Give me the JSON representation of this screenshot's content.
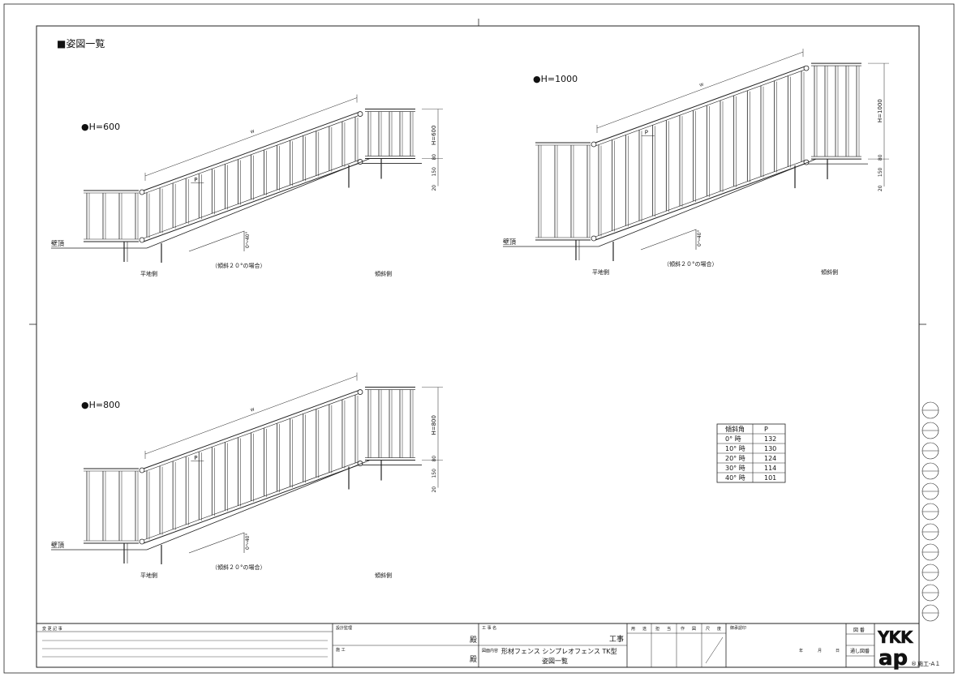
{
  "sheet": {
    "section_title": "■姿図一覧",
    "labels": {
      "wall_top": "壁頂",
      "flat_side": "平地側",
      "slope_side": "傾斜側",
      "slope_case": "（傾斜２０°の場合）",
      "pitch_mark": "P",
      "angle_range": "0～40°",
      "dim_80": "80",
      "dim_150": "150",
      "dim_20": "20",
      "span_mark": "W"
    },
    "views": [
      {
        "id": "h600",
        "title": "●H=600",
        "height_dim": "H=600"
      },
      {
        "id": "h1000",
        "title": "●H=1000",
        "height_dim": "H=1000"
      },
      {
        "id": "h800",
        "title": "●H=800",
        "height_dim": "H=800"
      }
    ],
    "pitch_table": {
      "headers": [
        "傾斜角",
        "P"
      ],
      "rows": [
        [
          "0° 時",
          "132"
        ],
        [
          "10° 時",
          "130"
        ],
        [
          "20° 時",
          "124"
        ],
        [
          "30° 時",
          "114"
        ],
        [
          "40° 時",
          "101"
        ]
      ]
    }
  },
  "title_block": {
    "revision_label": "変 更 記 事",
    "design_supervisor_label": "設計監理",
    "contractor_label": "施 工",
    "honorific": "殿",
    "project_name_label": "工 事 名",
    "project_suffix": "工事",
    "drawing_content_label": "図面内容",
    "product_name": "形材フェンス シンプレオフェンス TK型",
    "drawing_name": "姿図一覧",
    "approval_columns": [
      "用",
      "途",
      "担",
      "当",
      "作",
      "図",
      "尺",
      "度"
    ],
    "approval_label": "御承認印",
    "date_year": "年",
    "date_month": "月",
    "date_day": "日",
    "drawing_number_label": "図 番",
    "serial_number_label": "通し図番",
    "drawing_code": "施工-A１",
    "brand_top": "YKK",
    "brand_bottom": "ap",
    "brand_mark": "®"
  }
}
